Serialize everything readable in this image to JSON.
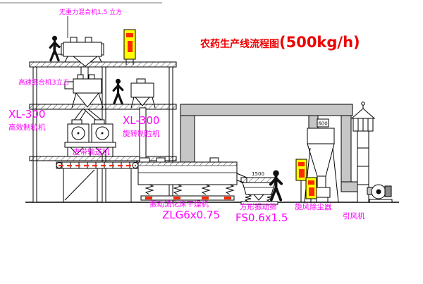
{
  "title": {
    "part1": "农药生产线流程图",
    "part2": "(500kg/h)"
  },
  "labels": {
    "gravity_mixer": "无重力混合机1.5 立方",
    "high_speed_mixer": "高速混合机3立方",
    "granulator_left_model": "XL-300",
    "granulator_left_name": "高效制粒机",
    "granulator_mid_model": "XL-300",
    "granulator_mid_name": "旋转制粒机",
    "belt_conveyor": "皮带输送机",
    "dryer_name": "振动流化床干燥机",
    "dryer_model": "ZLG6x0.75",
    "screen_name": "方形振动筛",
    "screen_model": "FS0.6x1.5",
    "cyclone_name": "旋风除尘器",
    "fan_name": "引风机"
  },
  "dims": {
    "cyclone_diameter": "600",
    "screen_length": "1500"
  },
  "colors": {
    "label_magenta": "#ff00ff",
    "title_red": "#ee0000",
    "line_black": "#000000",
    "duct_gray": "#c6c6c6",
    "panel_yellow": "#ffff00",
    "accent_red": "#ff2a00"
  }
}
